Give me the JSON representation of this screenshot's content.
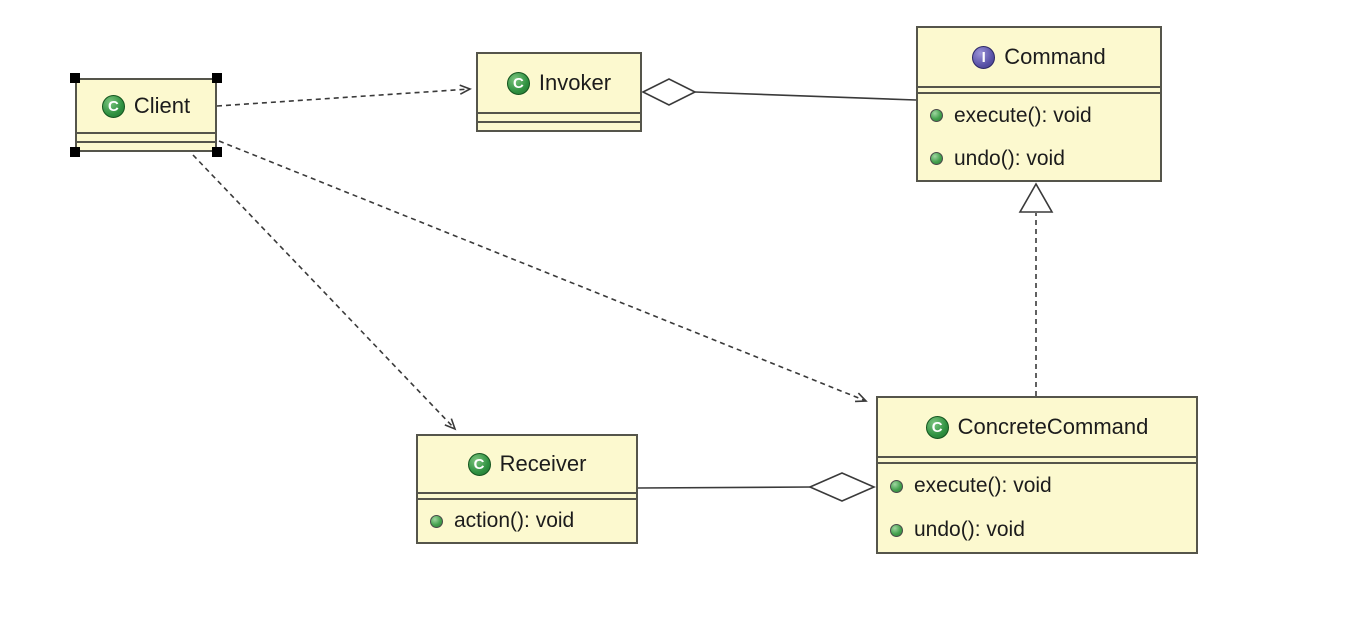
{
  "diagram": {
    "kind": "uml-class-diagram",
    "pattern": "Command",
    "colors": {
      "background": "#ffffff",
      "box_fill": "#fcf9cf",
      "box_border": "#55554b",
      "connector": "#3a3a3a",
      "selection_handle": "#000000",
      "class_icon": "#2f9140",
      "interface_icon": "#5a53a8",
      "method_bullet": "#44a14e"
    },
    "icons": {
      "class": {
        "name": "class-icon",
        "letter": "C"
      },
      "interface": {
        "name": "interface-icon",
        "letter": "I"
      },
      "method": {
        "name": "method-icon",
        "shape": "green-circle"
      }
    },
    "classes": {
      "client": {
        "name": "Client",
        "kind": "class",
        "icon_letter": "C",
        "selected": true,
        "methods": []
      },
      "invoker": {
        "name": "Invoker",
        "kind": "class",
        "icon_letter": "C",
        "methods": []
      },
      "command": {
        "name": "Command",
        "kind": "interface",
        "icon_letter": "I",
        "methods": [
          "execute(): void",
          "undo(): void"
        ]
      },
      "receiver": {
        "name": "Receiver",
        "kind": "class",
        "icon_letter": "C",
        "methods": [
          "action(): void"
        ]
      },
      "concreteCommand": {
        "name": "ConcreteCommand",
        "kind": "class",
        "icon_letter": "C",
        "methods": [
          "execute(): void",
          "undo(): void"
        ]
      }
    },
    "relationships": [
      {
        "from": "Client",
        "to": "Invoker",
        "type": "dependency",
        "line": "dashed-open-arrow"
      },
      {
        "from": "Client",
        "to": "Receiver",
        "type": "dependency",
        "line": "dashed-open-arrow"
      },
      {
        "from": "Client",
        "to": "ConcreteCommand",
        "type": "dependency",
        "line": "dashed-open-arrow"
      },
      {
        "from": "Invoker",
        "to": "Command",
        "type": "aggregation",
        "line": "solid-open-diamond-at-Invoker"
      },
      {
        "from": "Receiver",
        "to": "ConcreteCommand",
        "type": "aggregation",
        "line": "solid-open-diamond-at-ConcreteCommand"
      },
      {
        "from": "ConcreteCommand",
        "to": "Command",
        "type": "realization",
        "line": "dashed-hollow-triangle-at-Command"
      }
    ]
  }
}
